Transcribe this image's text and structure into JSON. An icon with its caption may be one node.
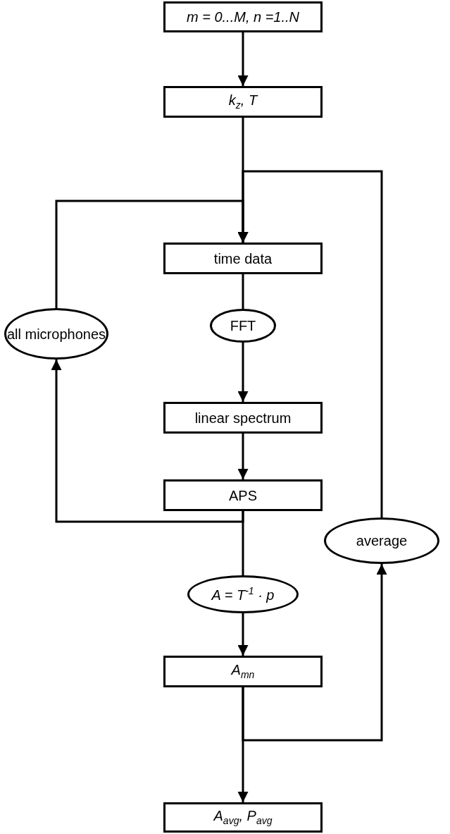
{
  "diagram": {
    "nodes": [
      {
        "text": [
          "m = 0...M, n =1..N"
        ]
      },
      {
        "text": [
          "k$_{z}$, T"
        ]
      },
      {
        "text": [
          "time data"
        ]
      },
      {
        "text": [
          "FFT"
        ]
      },
      {
        "text": [
          "linear spectrum"
        ]
      },
      {
        "text": [
          "APS"
        ]
      },
      {
        "text": [
          "A = T$^{-1}$ · p"
        ]
      },
      {
        "text": [
          "A$_{mn}$"
        ]
      },
      {
        "text": [
          "A$_{avg}$, P$_{avg}$"
        ]
      },
      {
        "text": [
          "all microphones"
        ]
      },
      {
        "text": [
          "average"
        ]
      }
    ],
    "edges": [
      {
        "from": 0,
        "to": 1,
        "arrow": "to"
      },
      {
        "from": 1,
        "to": 2,
        "arrow": "to"
      },
      {
        "from": 2,
        "to": 3,
        "arrow": "none"
      },
      {
        "from": 3,
        "to": 4,
        "arrow": "to"
      },
      {
        "from": 4,
        "to": 5,
        "arrow": "to"
      },
      {
        "from": 5,
        "to": 6,
        "arrow": "none"
      },
      {
        "from": 6,
        "to": 7,
        "arrow": "to"
      },
      {
        "from": 7,
        "to": 8,
        "arrow": "to"
      },
      {
        "from": 5,
        "to": 9,
        "arrow": "to"
      },
      {
        "from": 9,
        "to": 2,
        "arrow": "to"
      },
      {
        "from": 7,
        "to": 10,
        "arrow": "to"
      },
      {
        "from": 10,
        "to": 2,
        "arrow": "to"
      }
    ]
  }
}
